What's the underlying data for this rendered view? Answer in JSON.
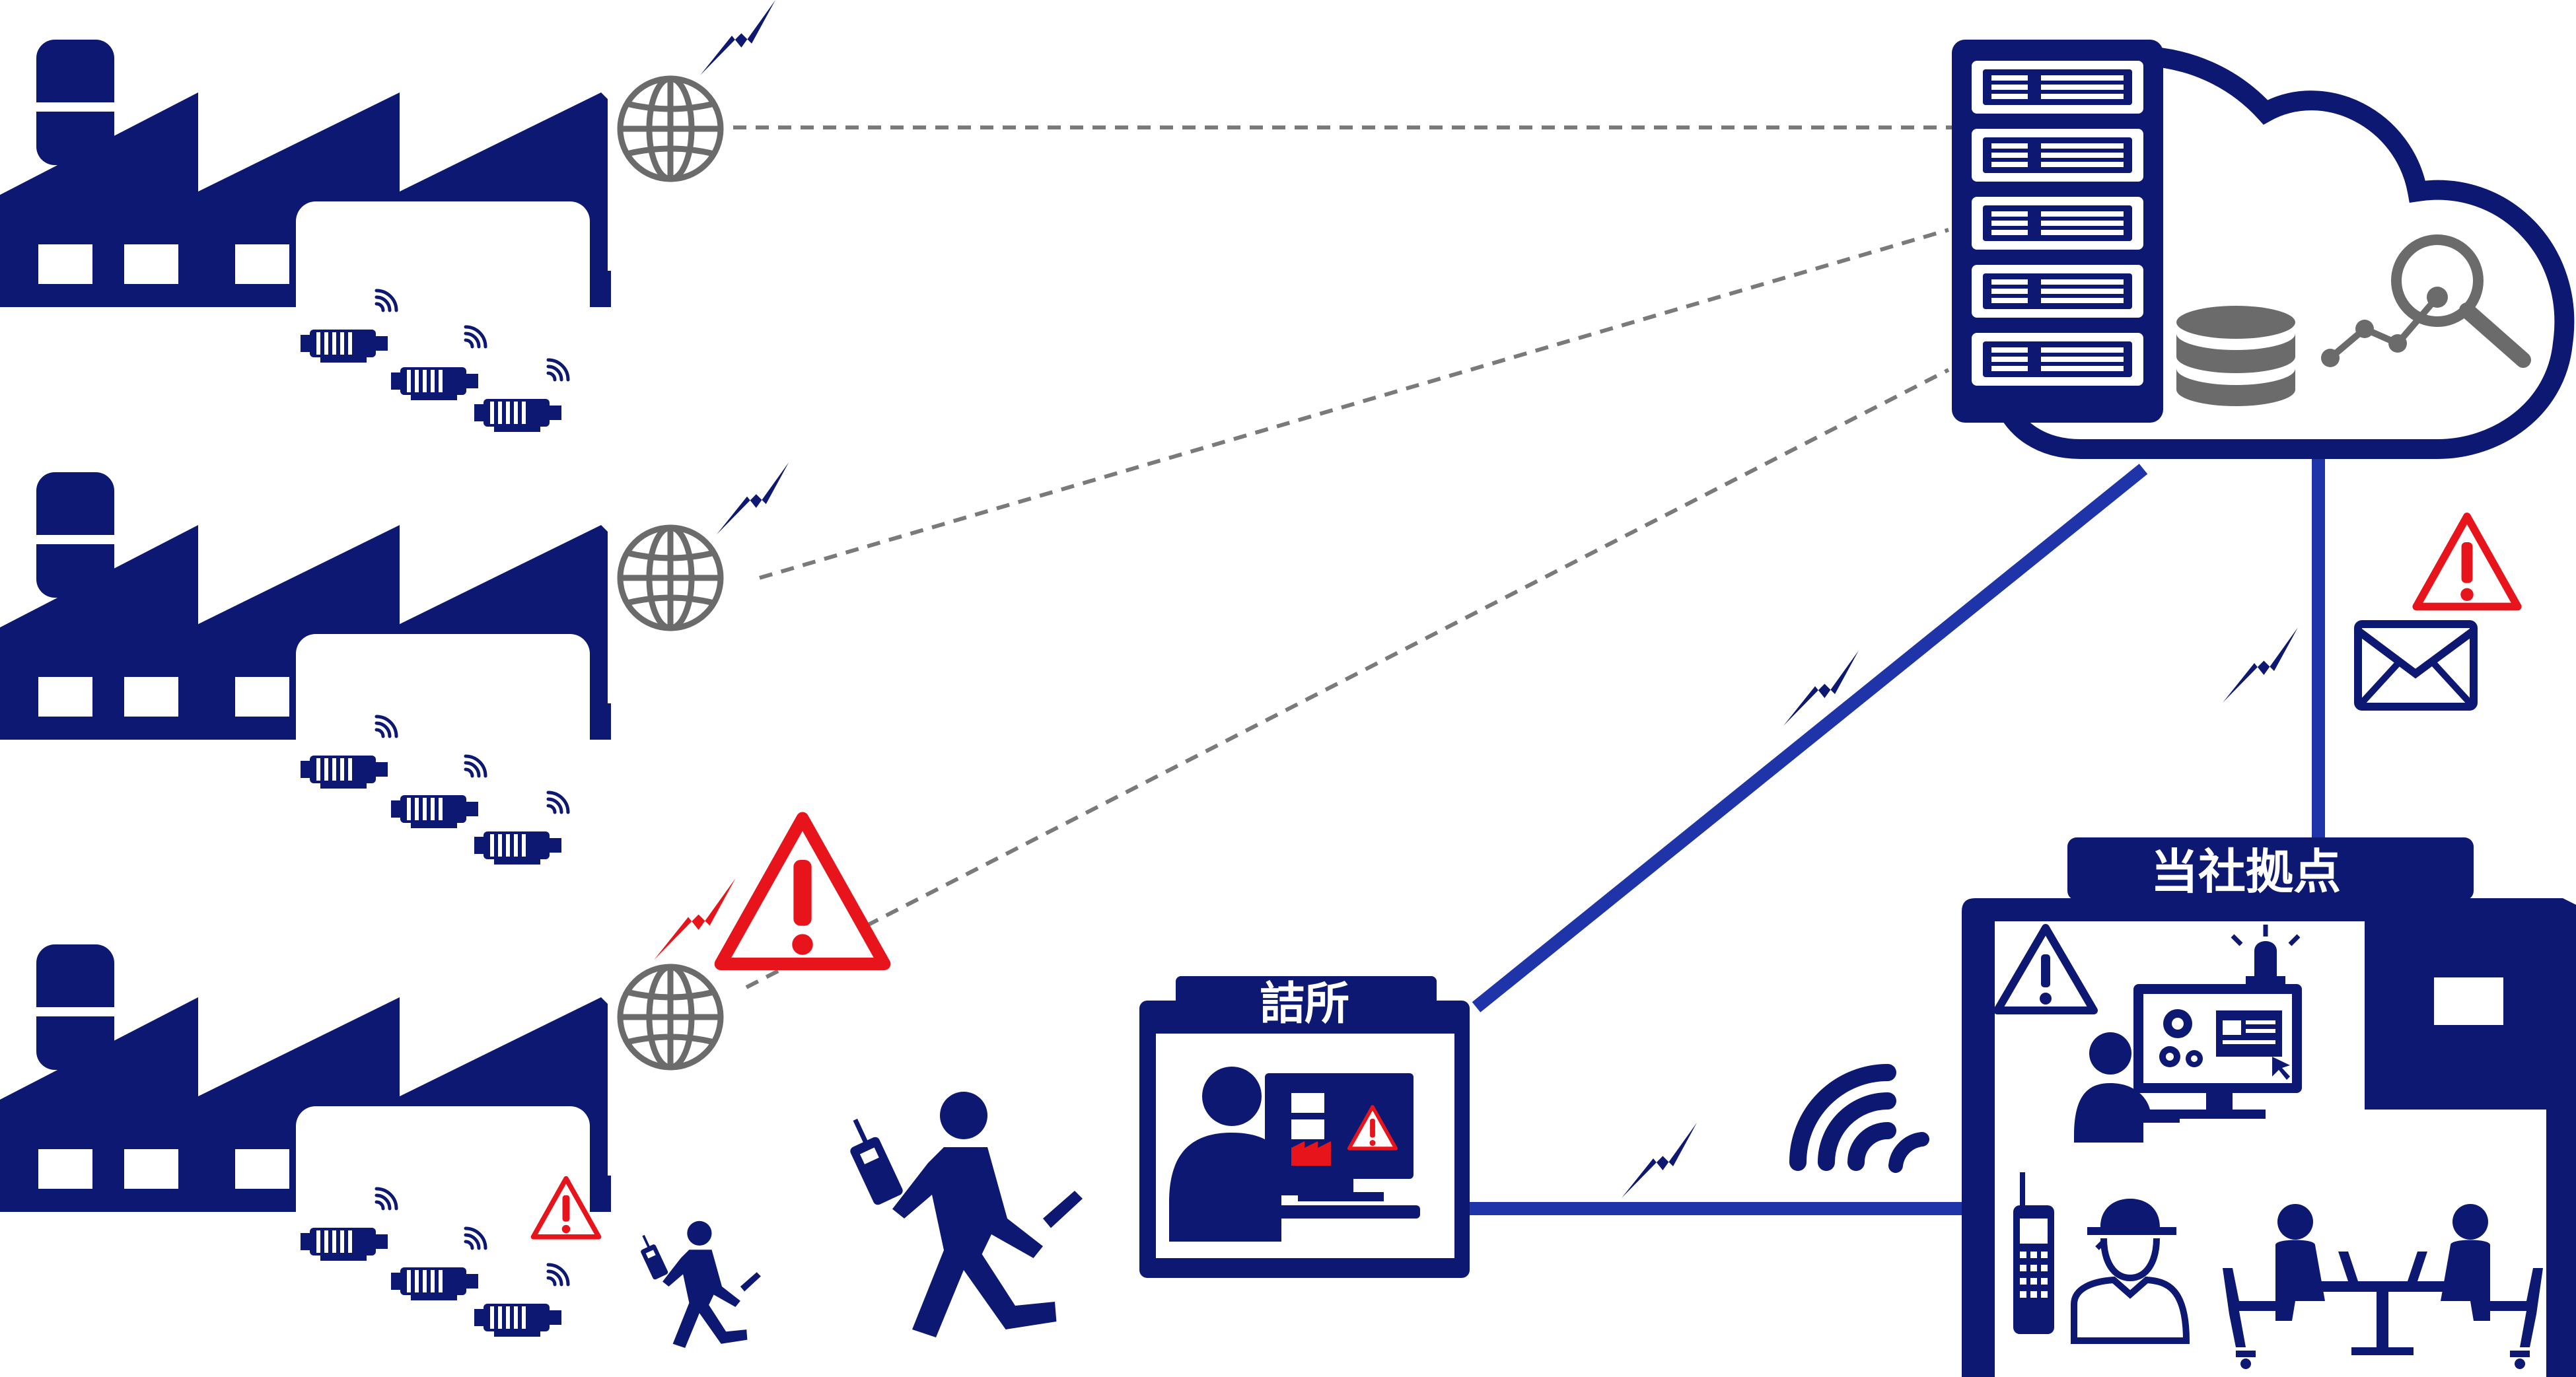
{
  "colors": {
    "navy": "#0d1873",
    "link_blue": "#1f34a8",
    "gray": "#6b6b6b",
    "alert_red": "#e8141b",
    "white": "#ffffff"
  },
  "factories": [
    {
      "name": "factory-1",
      "alert": false
    },
    {
      "name": "factory-2",
      "alert": false
    },
    {
      "name": "factory-3",
      "alert": true
    }
  ],
  "satellite_office": {
    "label": "詰所"
  },
  "headquarters": {
    "label": "当社拠点"
  },
  "icons": {
    "globe": "globe-icon",
    "server": "server-rack-icon",
    "cloud": "cloud-icon",
    "database": "database-icon",
    "analytics": "magnifier-chart-icon",
    "mail": "mail-icon",
    "warning": "warning-triangle-icon",
    "wireless": "wireless-signal-icon",
    "lightning": "lightning-icon",
    "worker": "running-worker-icon"
  }
}
